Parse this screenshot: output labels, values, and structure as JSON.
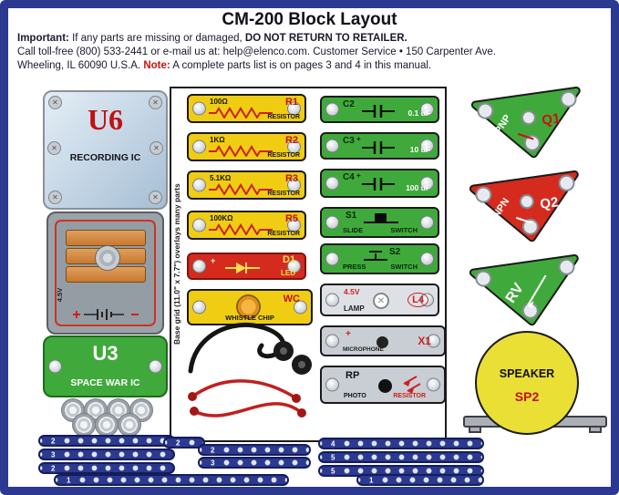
{
  "colors": {
    "frame_blue": "#2b3990",
    "part_yellow": "#f0cd12",
    "part_green": "#3faa3b",
    "part_red": "#d42b1e",
    "accent_red": "#cc1111",
    "rail_blue": "#2b3990",
    "speaker_yellow": "#eadf35"
  },
  "icons": {
    "screw": "✕",
    "lamp_cross": "✕",
    "plus": "+"
  },
  "header": {
    "title": "CM-200 Block Layout",
    "important_label": "Important:",
    "important_text": "If any parts are missing or damaged,",
    "important_bold": "DO NOT RETURN TO RETAILER.",
    "contact_line": "Call toll-free (800) 533-2441 or e-mail us at: help@elenco.com. Customer Service • 150 Carpenter Ave.",
    "address": "Wheeling, IL  60090  U.S.A.",
    "note_label": "Note:",
    "note_text": "A complete parts list is on pages 3 and 4 in this manual."
  },
  "base_grid_note": "Base grid (11.0\" x 7.7\") overlays many parts",
  "left_column": {
    "u6": {
      "id": "U6",
      "name": "RECORDING IC"
    },
    "battery": {
      "voltage": "4.5V"
    },
    "u3": {
      "id": "U3",
      "name": "SPACE WAR IC"
    }
  },
  "resistors": [
    {
      "id": "R1",
      "value": "100Ω",
      "type": "RESISTOR"
    },
    {
      "id": "R2",
      "value": "1KΩ",
      "type": "RESISTOR"
    },
    {
      "id": "R3",
      "value": "5.1KΩ",
      "type": "RESISTOR"
    },
    {
      "id": "R5",
      "value": "100KΩ",
      "type": "RESISTOR"
    }
  ],
  "led": {
    "id": "D1",
    "type": "LED"
  },
  "whistle_chip": {
    "id": "WC",
    "name": "WHISTLE CHIP"
  },
  "capacitors": [
    {
      "id": "C2",
      "value": "0.1 uF"
    },
    {
      "id": "C3",
      "value": "10 uF"
    },
    {
      "id": "C4",
      "value": "100 uF"
    }
  ],
  "switches": [
    {
      "id": "S1",
      "action": "SLIDE",
      "type": "SWITCH"
    },
    {
      "id": "S2",
      "action": "PRESS",
      "type": "SWITCH"
    }
  ],
  "lamp": {
    "id": "L4",
    "voltage": "4.5V",
    "type": "LAMP"
  },
  "microphone": {
    "id": "X1",
    "name": "MICROPHONE",
    "polarity": "+"
  },
  "photo_resistor": {
    "id": "RP",
    "line1": "PHOTO",
    "line2": "RESISTOR"
  },
  "transistors": [
    {
      "id": "Q1",
      "type": "PNP"
    },
    {
      "id": "Q2",
      "type": "NPN"
    }
  ],
  "variable_resistor": {
    "id": "RV"
  },
  "speaker": {
    "id": "SP2",
    "name": "SPEAKER"
  },
  "rails": [
    {
      "num": "2"
    },
    {
      "num": "3"
    },
    {
      "num": "2"
    },
    {
      "num": "1"
    },
    {
      "num": "2"
    },
    {
      "num": "2"
    },
    {
      "num": "3"
    },
    {
      "num": "4"
    },
    {
      "num": "5"
    },
    {
      "num": "5"
    },
    {
      "num": "1"
    }
  ]
}
